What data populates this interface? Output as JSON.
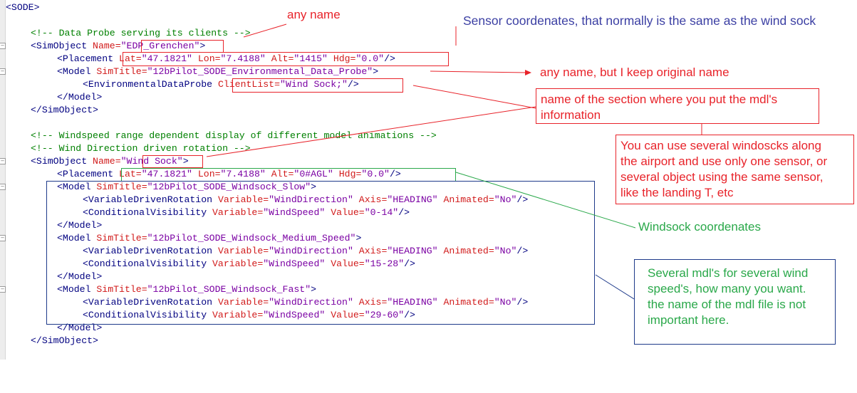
{
  "code": {
    "l1": {
      "open": "<SODE>"
    },
    "l3": {
      "comment": "<!-- Data Probe serving its clients -->"
    },
    "l4": {
      "tag": "<SimObject",
      "attr": " Name=",
      "val": "\"EDP_Grenchen\"",
      "close": ">"
    },
    "l5": {
      "tag": "<Placement",
      "a1": " Lat=",
      "v1": "\"47.1821\"",
      "a2": " Lon=",
      "v2": "\"7.4188\"",
      "a3": " Alt=",
      "v3": "\"1415\"",
      "a4": " Hdg=",
      "v4": "\"0.0\"",
      "close": "/>"
    },
    "l6": {
      "tag": "<Model",
      "attr": " SimTitle=",
      "val": "\"12bPilot_SODE_Environmental_Data_Probe\"",
      "close": ">"
    },
    "l7": {
      "tag": "<EnvironmentalDataProbe",
      "attr": " ClientList=",
      "val": "\"Wind Sock;\"",
      "close": "/>"
    },
    "l8": {
      "close": "</Model>"
    },
    "l9": {
      "close": "</SimObject>"
    },
    "l11": {
      "comment": "<!-- Windspeed range dependent display of different model animations -->"
    },
    "l12": {
      "comment": "<!-- Wind Direction driven rotation -->"
    },
    "l13": {
      "tag": "<SimObject",
      "attr": " Name=",
      "val": "\"Wind Sock\"",
      "close": ">"
    },
    "l14": {
      "tag": "<Placement",
      "a1": " Lat=",
      "v1": "\"47.1821\"",
      "a2": " Lon=",
      "v2": "\"7.4188\"",
      "a3": " Alt=",
      "v3": "\"0#AGL\"",
      "a4": " Hdg=",
      "v4": "\"0.0\"",
      "close": "/>"
    },
    "l15": {
      "tag": "<Model",
      "attr": " SimTitle=",
      "val": "\"12bPilot_SODE_Windsock_Slow\"",
      "close": ">"
    },
    "l16": {
      "tag": "<VariableDrivenRotation",
      "a1": " Variable=",
      "v1": "\"WindDirection\"",
      "a2": " Axis=",
      "v2": "\"HEADING\"",
      "a3": " Animated=",
      "v3": "\"No\"",
      "close": "/>"
    },
    "l17": {
      "tag": "<ConditionalVisibility",
      "a1": " Variable=",
      "v1": "\"WindSpeed\"",
      "a2": " Value=",
      "v2": "\"0-14\"",
      "close": "/>"
    },
    "l18": {
      "close": "</Model>"
    },
    "l19": {
      "tag": "<Model",
      "attr": " SimTitle=",
      "val": "\"12bPilot_SODE_Windsock_Medium_Speed\"",
      "close": ">"
    },
    "l20": {
      "tag": "<VariableDrivenRotation",
      "a1": " Variable=",
      "v1": "\"WindDirection\"",
      "a2": " Axis=",
      "v2": "\"HEADING\"",
      "a3": " Animated=",
      "v3": "\"No\"",
      "close": "/>"
    },
    "l21": {
      "tag": "<ConditionalVisibility",
      "a1": " Variable=",
      "v1": "\"WindSpeed\"",
      "a2": " Value=",
      "v2": "\"15-28\"",
      "close": "/>"
    },
    "l22": {
      "close": "</Model>"
    },
    "l23": {
      "tag": "<Model",
      "attr": " SimTitle=",
      "val": "\"12bPilot_SODE_Windsock_Fast\"",
      "close": ">"
    },
    "l24": {
      "tag": "<VariableDrivenRotation",
      "a1": " Variable=",
      "v1": "\"WindDirection\"",
      "a2": " Axis=",
      "v2": "\"HEADING\"",
      "a3": " Animated=",
      "v3": "\"No\"",
      "close": "/>"
    },
    "l25": {
      "tag": "<ConditionalVisibility",
      "a1": " Variable=",
      "v1": "\"WindSpeed\"",
      "a2": " Value=",
      "v2": "\"29-60\"",
      "close": "/>"
    },
    "l26": {
      "close": "</Model>"
    },
    "l27": {
      "close": "</SimObject>"
    }
  },
  "annotations": {
    "any_name": "any name",
    "sensor_coords": "Sensor coordenates, that normally is the same as the wind sock",
    "keep_original": "any name, but I keep original name",
    "section_name": "name of the section where you put the mdl's\ninformation",
    "several_windsocks": "You can use several windoscks along\nthe airport and use only one sensor, or\nseveral object using the same sensor,\nlike the landing T, etc",
    "windsock_coords": "Windsock coordenates",
    "several_mdls": "Several mdl's for several wind\nspeed's, how many you want.\nthe name of the mdl file is not\nimportant here."
  },
  "colors": {
    "annotation_red": "#e8232a",
    "annotation_blue": "#3b3fa3",
    "annotation_green": "#2aa84a",
    "box_blue": "#1e3a8a"
  }
}
